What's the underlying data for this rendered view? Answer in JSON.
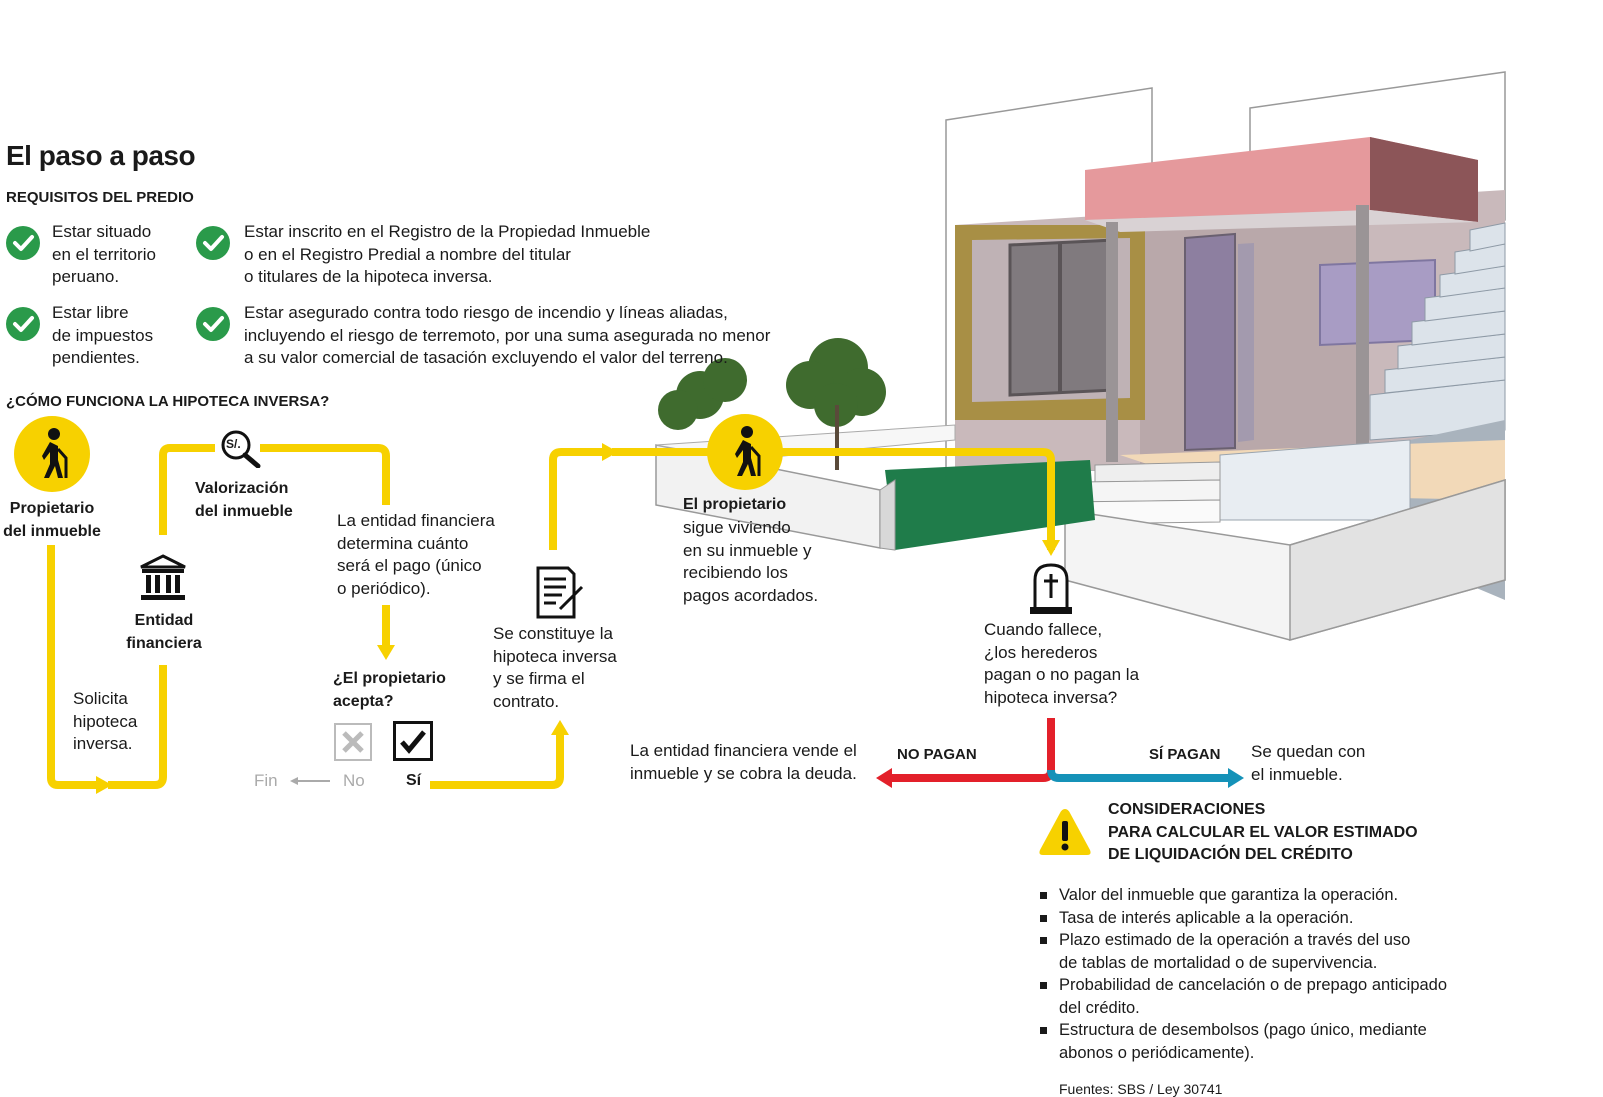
{
  "title": "El paso a paso",
  "requisitos": {
    "heading": "REQUISITOS DEL PREDIO",
    "items": [
      "Estar situado\nen el territorio\nperuano.",
      "Estar inscrito en el Registro de la Propiedad Inmueble\no en el Registro Predial a nombre del titular\no titulares de la hipoteca inversa.",
      "Estar libre\nde impuestos\npendientes.",
      "Estar asegurado contra todo riesgo de incendio y líneas aliadas,\nincluyendo el riesgo de terremoto, por una suma asegurada no menor\na su valor comercial de tasación excluyendo el valor del terreno."
    ]
  },
  "como_funciona": {
    "heading": "¿CÓMO FUNCIONA LA HIPOTECA INVERSA?",
    "propietario": "Propietario\ndel inmueble",
    "solicita": "Solicita\nhipoteca\ninversa.",
    "entidad": "Entidad\nfinanciera",
    "valorizacion": "Valorización\ndel inmueble",
    "valorizacion_icon_text": "S/.",
    "determina": "La entidad financiera\ndetermina cuánto\nserá el pago (único\no periódico).",
    "acepta": "¿El propietario\nacepta?",
    "fin": "Fin",
    "no": "No",
    "si": "Sí",
    "constituye": "Se constituye la\nhipoteca inversa\ny se firma el\ncontrato.",
    "sigue_bold": "El propietario",
    "sigue_rest": "sigue viviendo\nen su inmueble y\nrecibiendo los\npagos acordados.",
    "fallece": "Cuando fallece,\n¿los herederos\npagan o no pagan la\nhipoteca inversa?",
    "no_pagan": "NO PAGAN",
    "si_pagan": "SÍ PAGAN",
    "vende": "La entidad financiera vende el\ninmueble y se cobra la deuda.",
    "quedan": "Se quedan con\nel inmueble."
  },
  "consideraciones": {
    "heading": "CONSIDERACIONES\nPARA CALCULAR EL VALOR ESTIMADO\nDE LIQUIDACIÓN DEL CRÉDITO",
    "items": [
      "Valor del inmueble que garantiza la operación.",
      "Tasa de interés aplicable a la operación.",
      "Plazo estimado de la operación a través del uso\nde tablas de mortalidad o de supervivencia.",
      "Probabilidad de cancelación o de prepago anticipado\ndel crédito.",
      "Estructura de desembolsos (pago único, mediante\nabonos o periódicamente)."
    ]
  },
  "source": "Fuentes: SBS / Ley 30741",
  "colors": {
    "flow_yellow": "#f7d100",
    "no_pagan_red": "#e3202a",
    "si_pagan_blue": "#1592b8",
    "check_green": "#2a9a4a"
  }
}
